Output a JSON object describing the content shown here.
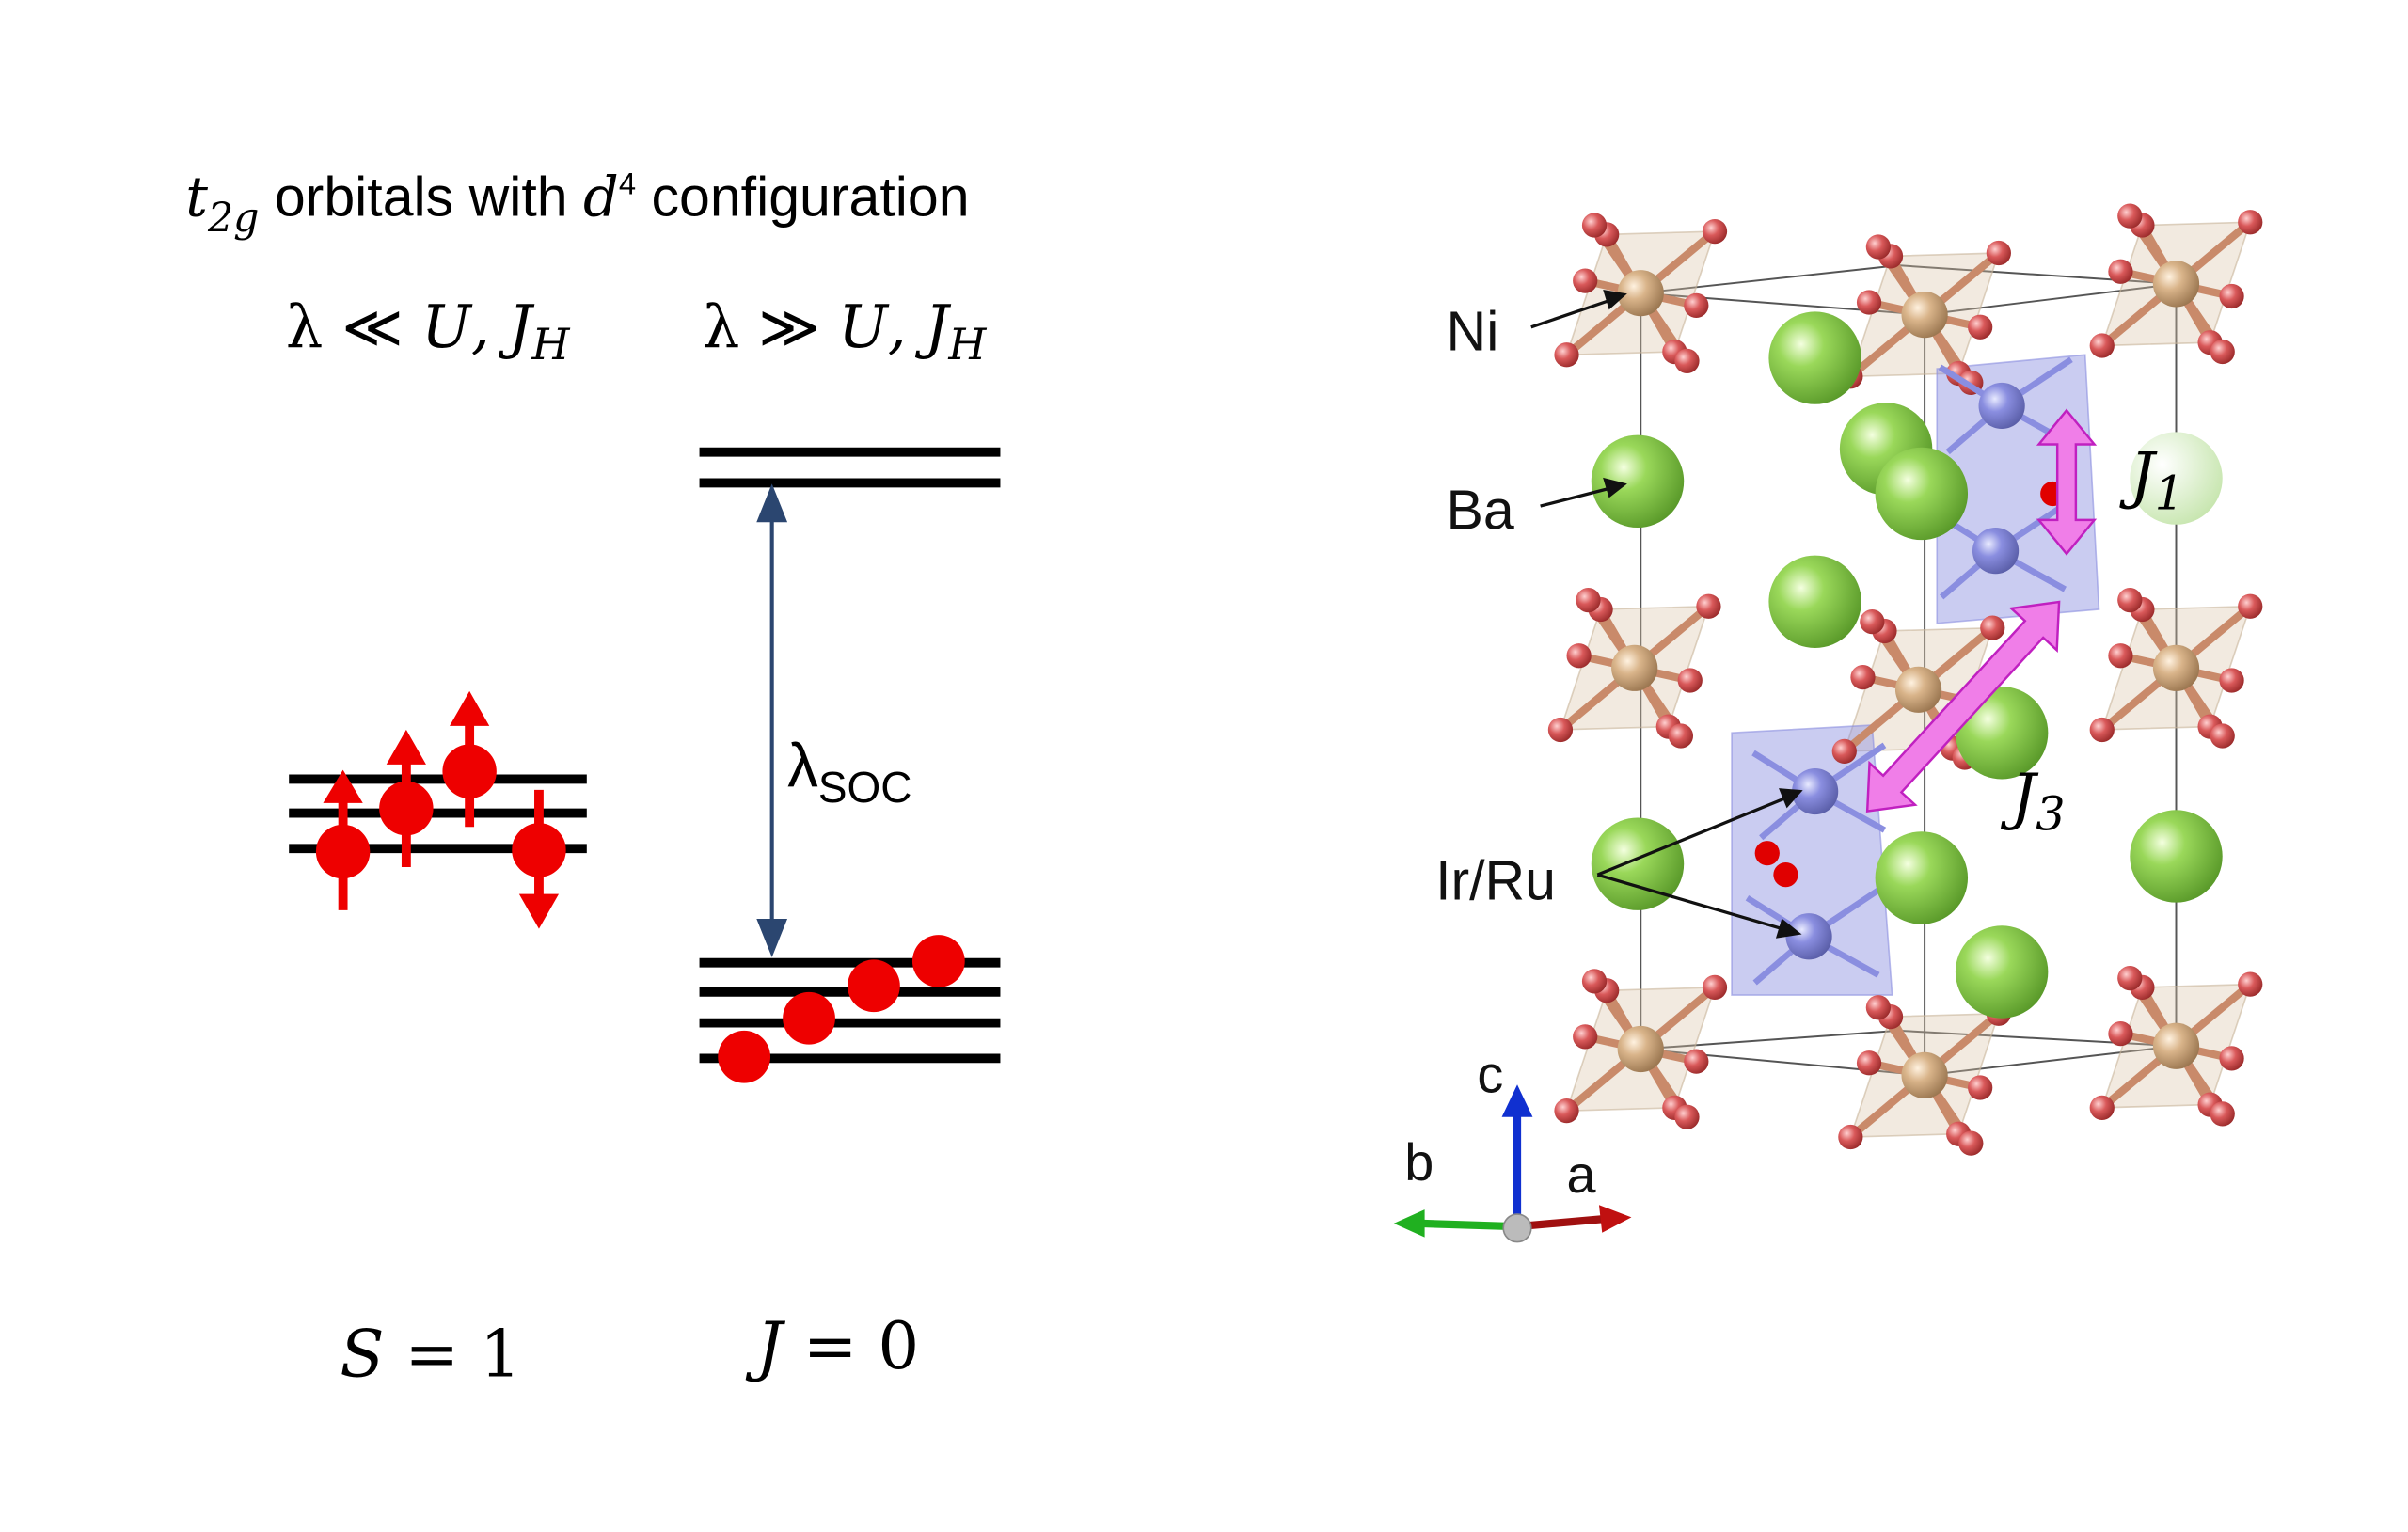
{
  "left_panel": {
    "title_t": "t",
    "title_sub": "2g",
    "title_mid": " orbitals with ",
    "title_d": "d",
    "title_sup": "4",
    "title_end": " configuration",
    "regime_weak": {
      "lambda": "λ",
      "relation": " ≪ ",
      "U": "U",
      "comma": ", ",
      "J": "J",
      "sub": "H"
    },
    "regime_strong": {
      "lambda": "λ",
      "relation": " ≫ ",
      "U": "U",
      "comma": ", ",
      "J": "J",
      "sub": "H"
    },
    "soc_label": "λ",
    "soc_sub": "SOC",
    "state_weak": {
      "var": "S",
      "eq": " = ",
      "val": "1"
    },
    "state_strong": {
      "var": "J",
      "eq": " = ",
      "val": "0"
    }
  },
  "crystal": {
    "labels": {
      "ni": "Ni",
      "ba": "Ba",
      "irru": "Ir/Ru"
    },
    "couplings": {
      "j1": "J",
      "j1_sub": "1",
      "j3": "J",
      "j3_sub": "3"
    },
    "axes": {
      "a": "a",
      "b": "b",
      "c": "c"
    }
  },
  "colors": {
    "electron": "#ee0000",
    "level": "#000000",
    "soc_arrow": "#2b4670",
    "ni": "#d9b48a",
    "ba": "#8fd050",
    "ir": "#8a8ee0",
    "oxygen": "#d9595a",
    "coupling_arrow": "#f07ee8",
    "axis_a": "#c01010",
    "axis_b": "#20b020",
    "axis_c": "#1030d0"
  }
}
